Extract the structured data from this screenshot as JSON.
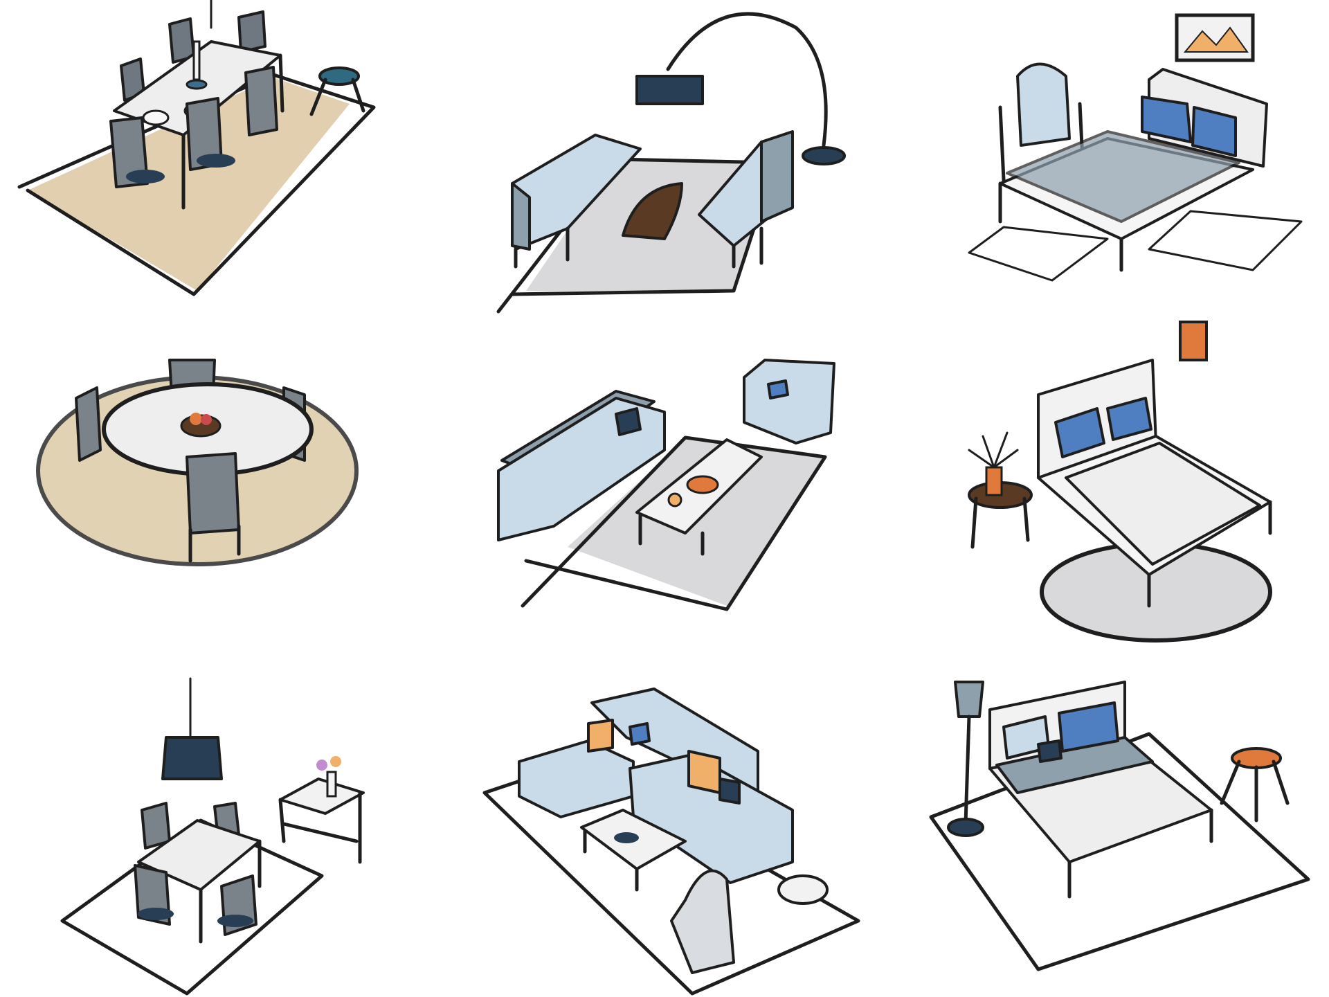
{
  "sketch_sheet": {
    "grid": {
      "rows": 3,
      "columns": 3
    },
    "colors": {
      "paper": "#ffffff",
      "ink": "#1e1e1e",
      "rug_beige": "#dcc7a2",
      "rug_grey": "#d9d9dc",
      "fabric_light_blue": "#c9dbe8",
      "fabric_grey_blue": "#8fa0ad",
      "pillow_blue": "#4f7fc0",
      "navy": "#283e55",
      "wood_brown": "#5a3a22",
      "accent_orange": "#e07a3c",
      "cushion_peach": "#f0b06a",
      "table_white": "#f2f2f2"
    },
    "vignettes": [
      {
        "id": "dining-rect-six-chairs",
        "rug": "rug_beige"
      },
      {
        "id": "lounge-two-sofas-arc-lamp",
        "rug": "rug_grey"
      },
      {
        "id": "bedroom-armchair-two-mats",
        "rug": "rug_grey"
      },
      {
        "id": "dining-round-four-chairs",
        "rug": "rug_beige"
      },
      {
        "id": "lounge-sofa-armchair-coffee-table",
        "rug": "rug_grey"
      },
      {
        "id": "bedroom-round-rug-side-table",
        "rug": "rug_grey"
      },
      {
        "id": "dining-square-pendant-shelf",
        "rug": "rug_beige"
      },
      {
        "id": "lounge-corner-sofa-wingchair",
        "rug": "rug_grey"
      },
      {
        "id": "bedroom-floor-lamp-stool",
        "rug": "rug_grey"
      }
    ]
  }
}
